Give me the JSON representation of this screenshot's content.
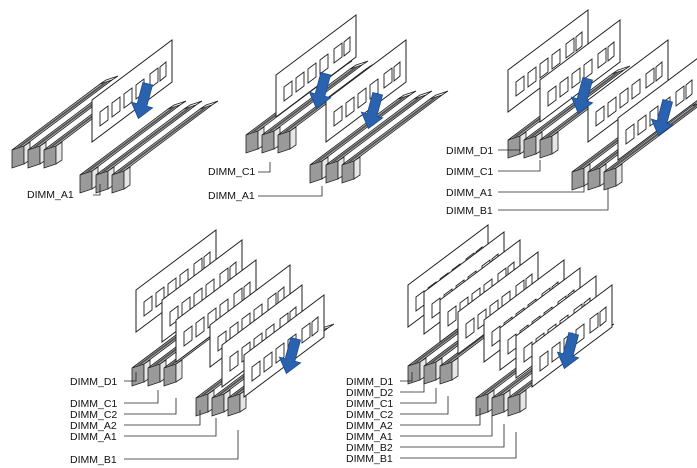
{
  "diagrams": [
    {
      "id": "one-module",
      "labels": [
        "DIMM_A1"
      ]
    },
    {
      "id": "two-modules",
      "labels": [
        "DIMM_C1",
        "DIMM_A1"
      ]
    },
    {
      "id": "four-modules",
      "labels": [
        "DIMM_D1",
        "DIMM_C1",
        "DIMM_A1",
        "DIMM_B1"
      ]
    },
    {
      "id": "six-modules",
      "labels": [
        "DIMM_D1",
        "DIMM_C1",
        "DIMM_C2",
        "DIMM_A2",
        "DIMM_A1",
        "DIMM_B1"
      ]
    },
    {
      "id": "eight-modules",
      "labels": [
        "DIMM_D1",
        "DIMM_D2",
        "DIMM_C1",
        "DIMM_C2",
        "DIMM_A2",
        "DIMM_A1",
        "DIMM_B2",
        "DIMM_B1"
      ]
    }
  ],
  "colors": {
    "arrow": "#2a62b0",
    "slot_dark": "#4a4a4a",
    "slot_light": "#d0d0d0",
    "module": "#ffffff",
    "outline": "#222222"
  }
}
